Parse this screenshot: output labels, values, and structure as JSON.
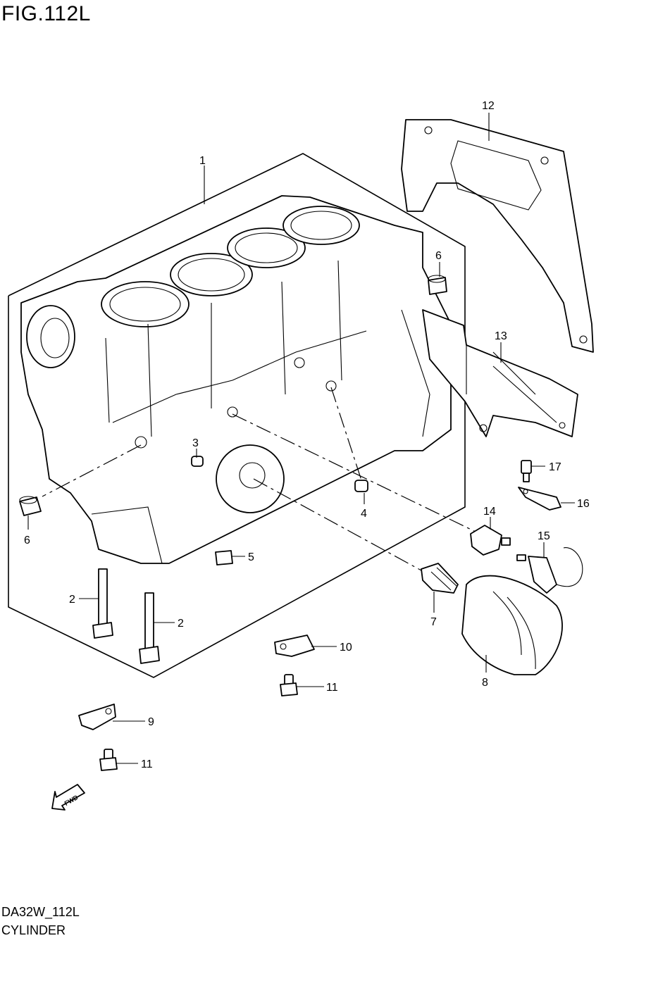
{
  "figure": {
    "title": "FIG.112L",
    "code": "DA32W_112L",
    "caption": "CYLINDER"
  },
  "fwd_label": "FWD",
  "callouts": {
    "c1": "1",
    "c2a": "2",
    "c2b": "2",
    "c3": "3",
    "c4": "4",
    "c5": "5",
    "c6a": "6",
    "c6b": "6",
    "c7": "7",
    "c8": "8",
    "c9": "9",
    "c10": "10",
    "c11a": "11",
    "c11b": "11",
    "c12": "12",
    "c13": "13",
    "c14": "14",
    "c15": "15",
    "c16": "16",
    "c17": "17"
  }
}
